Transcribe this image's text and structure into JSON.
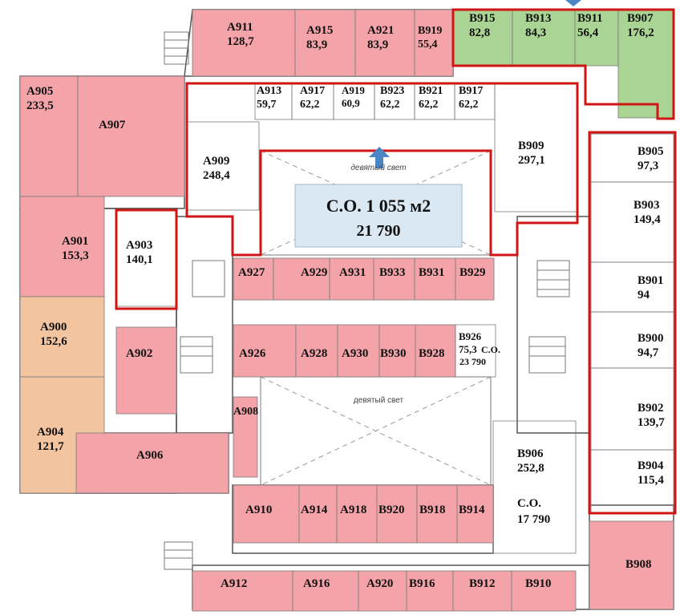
{
  "colors": {
    "leased": "#f4a3a8",
    "available": "#a9d493",
    "reserved": "#f2c4a0",
    "highlight": "#d01515",
    "corridor": "#ffffff",
    "wall": "#555555",
    "summary_box": "#d9e8f3",
    "arrow": "#4a86c5"
  },
  "summary": {
    "area": "С.О. 1 055 м2",
    "price": "21 790"
  },
  "atrium_labels": [
    "девятый свет",
    "девятый свет"
  ],
  "b906_price": {
    "label": "С.О.",
    "value": "17 790"
  },
  "b926_price": {
    "label": "С.О.",
    "value": "23 790"
  },
  "units": [
    {
      "id": "A911",
      "area": "128,7",
      "status": "leased"
    },
    {
      "id": "A915",
      "area": "83,9",
      "status": "leased"
    },
    {
      "id": "A921",
      "area": "83,9",
      "status": "leased"
    },
    {
      "id": "B919",
      "area": "55,4",
      "status": "leased"
    },
    {
      "id": "B915",
      "area": "82,8",
      "status": "available"
    },
    {
      "id": "B913",
      "area": "84,3",
      "status": "available"
    },
    {
      "id": "B911",
      "area": "56,4",
      "status": "available"
    },
    {
      "id": "B907",
      "area": "176,2",
      "status": "available"
    },
    {
      "id": "A905",
      "area": "233,5",
      "status": "leased"
    },
    {
      "id": "A907",
      "area": "",
      "status": "leased"
    },
    {
      "id": "A901",
      "area": "153,3",
      "status": "leased"
    },
    {
      "id": "A900",
      "area": "152,6",
      "status": "reserved"
    },
    {
      "id": "A904",
      "area": "121,7",
      "status": "reserved"
    },
    {
      "id": "A913",
      "area": "59,7",
      "status": "free"
    },
    {
      "id": "A917",
      "area": "62,2",
      "status": "free"
    },
    {
      "id": "A919",
      "area": "60,9",
      "status": "free"
    },
    {
      "id": "B923",
      "area": "62,2",
      "status": "free"
    },
    {
      "id": "B921",
      "area": "62,2",
      "status": "free"
    },
    {
      "id": "B917",
      "area": "62,2",
      "status": "free"
    },
    {
      "id": "A909",
      "area": "248,4",
      "status": "free"
    },
    {
      "id": "B909",
      "area": "297,1",
      "status": "free"
    },
    {
      "id": "A903",
      "area": "140,1",
      "status": "free"
    },
    {
      "id": "A927",
      "area": "",
      "status": "leased"
    },
    {
      "id": "A929",
      "area": "",
      "status": "leased"
    },
    {
      "id": "A931",
      "area": "",
      "status": "leased"
    },
    {
      "id": "B933",
      "area": "",
      "status": "leased"
    },
    {
      "id": "B931",
      "area": "",
      "status": "leased"
    },
    {
      "id": "B929",
      "area": "",
      "status": "leased"
    },
    {
      "id": "A926",
      "area": "",
      "status": "leased"
    },
    {
      "id": "A928",
      "area": "",
      "status": "leased"
    },
    {
      "id": "A930",
      "area": "",
      "status": "leased"
    },
    {
      "id": "B930",
      "area": "",
      "status": "leased"
    },
    {
      "id": "B928",
      "area": "",
      "status": "leased"
    },
    {
      "id": "B926",
      "area": "75,3",
      "status": "free"
    },
    {
      "id": "A902",
      "area": "",
      "status": "leased"
    },
    {
      "id": "A908",
      "area": "",
      "status": "leased"
    },
    {
      "id": "A906",
      "area": "",
      "status": "leased"
    },
    {
      "id": "B905",
      "area": "97,3",
      "status": "free"
    },
    {
      "id": "B903",
      "area": "149,4",
      "status": "free"
    },
    {
      "id": "B901",
      "area": "94",
      "status": "free"
    },
    {
      "id": "B900",
      "area": "94,7",
      "status": "free"
    },
    {
      "id": "B902",
      "area": "139,7",
      "status": "free"
    },
    {
      "id": "B904",
      "area": "115,4",
      "status": "free"
    },
    {
      "id": "B906",
      "area": "252,8",
      "status": "free"
    },
    {
      "id": "A910",
      "area": "",
      "status": "leased"
    },
    {
      "id": "A914",
      "area": "",
      "status": "leased"
    },
    {
      "id": "A918",
      "area": "",
      "status": "leased"
    },
    {
      "id": "B920",
      "area": "",
      "status": "leased"
    },
    {
      "id": "B918",
      "area": "",
      "status": "leased"
    },
    {
      "id": "B914",
      "area": "",
      "status": "leased"
    },
    {
      "id": "B908",
      "area": "",
      "status": "leased"
    },
    {
      "id": "A912",
      "area": "",
      "status": "leased"
    },
    {
      "id": "A916",
      "area": "",
      "status": "leased"
    },
    {
      "id": "A920",
      "area": "",
      "status": "leased"
    },
    {
      "id": "B916",
      "area": "",
      "status": "leased"
    },
    {
      "id": "B912",
      "area": "",
      "status": "leased"
    },
    {
      "id": "B910",
      "area": "",
      "status": "leased"
    }
  ]
}
